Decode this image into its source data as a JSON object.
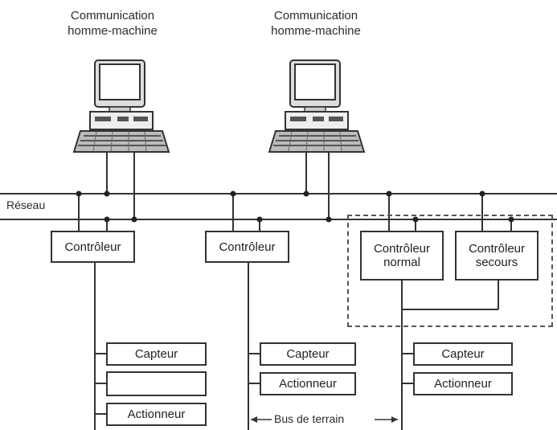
{
  "workstations": [
    {
      "label": "Communication\nhomme-machine"
    },
    {
      "label": "Communication\nhomme-machine"
    }
  ],
  "network": {
    "label": "Réseau"
  },
  "controllers": [
    {
      "label": "Contrôleur"
    },
    {
      "label": "Contrôleur"
    },
    {
      "label": "Contrôleur\nnormal"
    },
    {
      "label": "Contrôleur\nsecours"
    }
  ],
  "devices": {
    "left": [
      "Capteur",
      "",
      "Actionneur"
    ],
    "middle": [
      "Capteur",
      "Actionneur"
    ],
    "right": [
      "Capteur",
      "Actionneur"
    ]
  },
  "fieldbus": {
    "label": "Bus de terrain"
  },
  "colors": {
    "line": "#333333",
    "screen_frame": "#444444",
    "keyboard": "#555555"
  }
}
